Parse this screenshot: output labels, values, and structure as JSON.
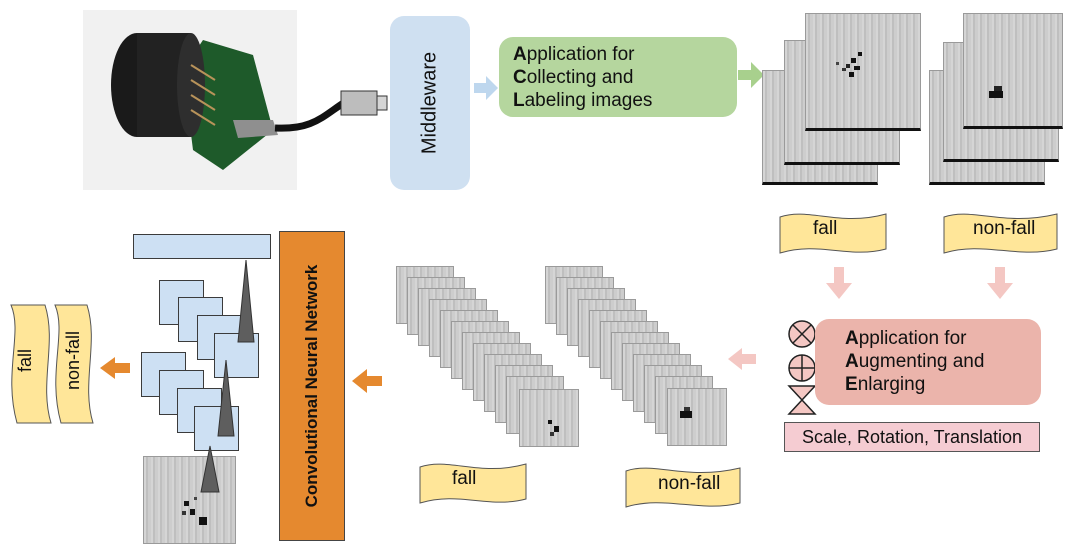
{
  "middleware": {
    "label": "Middleware"
  },
  "app_collect": {
    "lines": [
      {
        "initial": "A",
        "rest": "pplication for"
      },
      {
        "initial": "C",
        "rest": "ollecting and"
      },
      {
        "initial": "L",
        "rest": "abeling images"
      }
    ]
  },
  "app_augment": {
    "lines": [
      {
        "initial": "A",
        "rest": "pplication for"
      },
      {
        "initial": "A",
        "rest": "ugmenting and"
      },
      {
        "initial": "E",
        "rest": "nlarging"
      }
    ]
  },
  "transforms": {
    "label": "Scale, Rotation, Translation"
  },
  "cnn": {
    "label": "Convolutional Neural Network"
  },
  "labels": {
    "fall_top": "fall",
    "nonfall_top": "non-fall",
    "fall_mid": "fall",
    "nonfall_mid": "non-fall",
    "fall_out": "fall",
    "nonfall_out": "non-fall"
  },
  "colors": {
    "arrow_blue": "#bed7ee",
    "arrow_green": "#a8d08d",
    "arrow_pink": "#f4c7c3",
    "arrow_orange": "#e5892f",
    "doc_yellow": "#ffe699"
  }
}
